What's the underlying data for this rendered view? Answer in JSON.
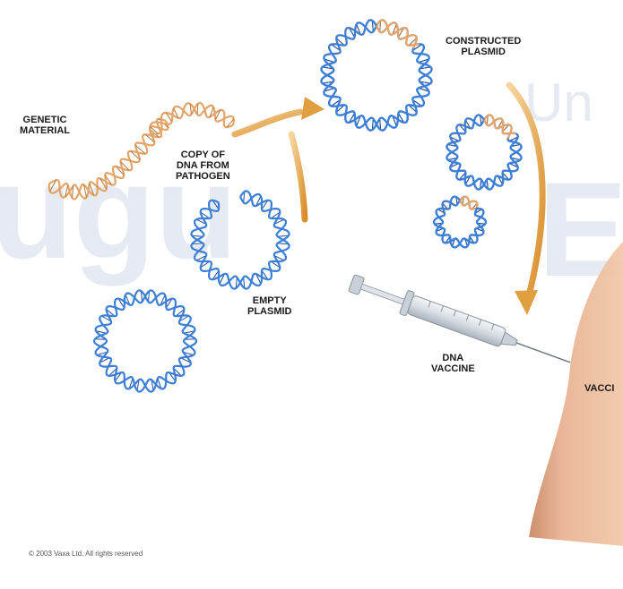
{
  "watermark": {
    "left_text": "ugu",
    "right_text_top": "Un",
    "right_text_big": "E"
  },
  "labels": {
    "genetic_material": [
      "GENETIC",
      "MATERIAL"
    ],
    "copy_of_dna": [
      "COPY OF",
      "DNA FROM",
      "PATHOGEN"
    ],
    "constructed_plasmid": [
      "CONSTRUCTED",
      "PLASMID"
    ],
    "empty_plasmid": [
      "EMPTY",
      "PLASMID"
    ],
    "dna_vaccine": [
      "DNA",
      "VACCINE"
    ],
    "vaccination": "VACCI"
  },
  "copyright": "© 2003 Vaxa  Ltd. All rights reserved",
  "colors": {
    "plasmid_blue": "#3d7fd6",
    "plasmid_blue_dark": "#1f4f9e",
    "gene_orange": "#e3a56a",
    "gene_orange_dark": "#b8763f",
    "arrow_orange": "#e0a040",
    "skin": "#e8b392",
    "watermark": "#e6ebf3"
  },
  "icons": {
    "syringe": "syringe-icon",
    "arrow": "curved-arrow-icon"
  }
}
